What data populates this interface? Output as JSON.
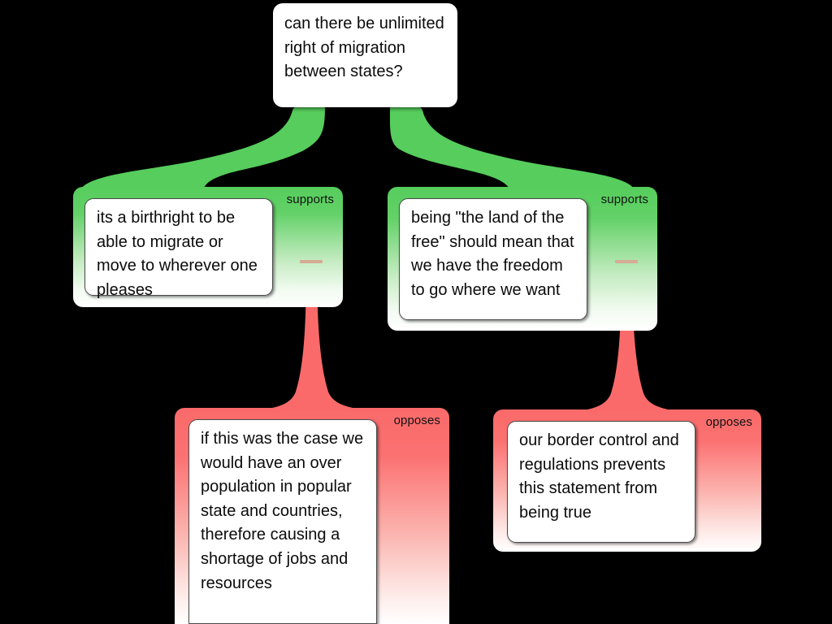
{
  "diagram": {
    "type": "argument-map",
    "background_color": "#000000",
    "support_color": "#56cd5c",
    "oppose_color": "#fa6a6a",
    "root": {
      "id": "root",
      "text": "can there be unlimited right of migration between states?"
    },
    "nodes": [
      {
        "id": "support-left",
        "relation": "supports",
        "text": "its a birthright to be able to migrate or move to wherever one pleases"
      },
      {
        "id": "support-right",
        "relation": "supports",
        "text": "being \"the land of the free\" should mean that we have the freedom to go where we want"
      },
      {
        "id": "oppose-left",
        "relation": "opposes",
        "text": "if this was the case we would have an over population in popular state and countries, therefore causing a shortage of jobs and resources"
      },
      {
        "id": "oppose-right",
        "relation": "opposes",
        "text": "our border control and regulations prevents this statement from being true"
      }
    ]
  }
}
